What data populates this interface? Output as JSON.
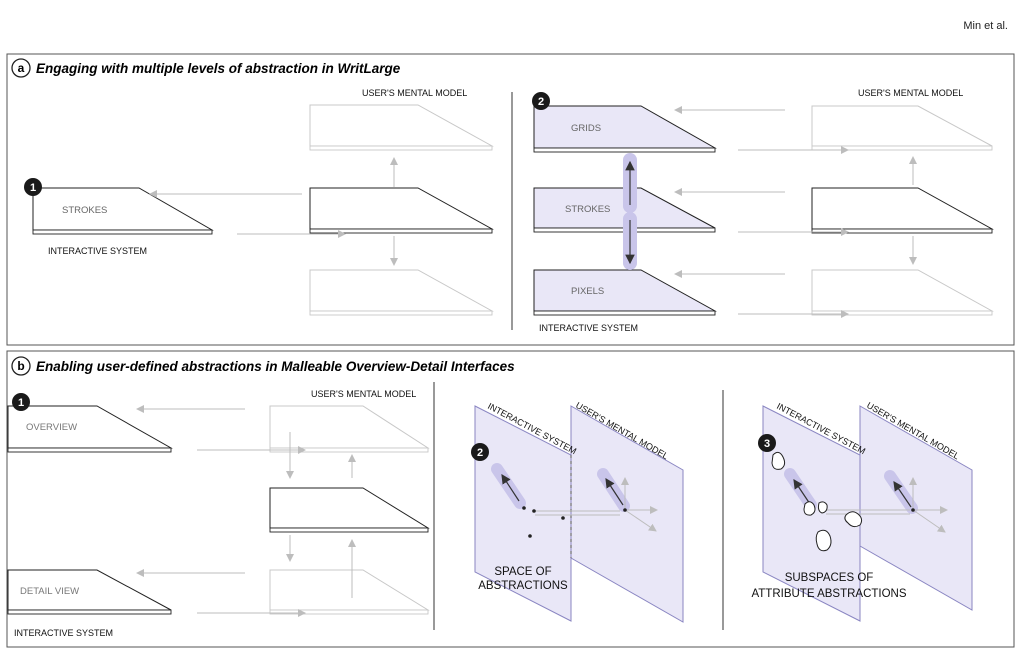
{
  "running_header": "Min et al.",
  "panel_a": {
    "letter": "a",
    "title": "Engaging with multiple levels of abstraction in WritLarge",
    "left": {
      "step": "1",
      "mental_model": "USER'S MENTAL MODEL",
      "plane_label": "STROKES",
      "system": "INTERACTIVE SYSTEM"
    },
    "right": {
      "step": "2",
      "mental_model": "USER'S MENTAL MODEL",
      "planes": [
        "GRIDS",
        "STROKES",
        "PIXELS"
      ],
      "system": "INTERACTIVE SYSTEM"
    }
  },
  "panel_b": {
    "letter": "b",
    "title": "Enabling user-defined abstractions in Malleable Overview-Detail Interfaces",
    "left": {
      "step": "1",
      "mental_model": "USER'S MENTAL MODEL",
      "top_plane": "OVERVIEW",
      "bottom_plane": "DETAIL VIEW",
      "system": "INTERACTIVE SYSTEM"
    },
    "middle": {
      "step": "2",
      "plane_left": "INTERACTIVE SYSTEM",
      "plane_right": "USER'S MENTAL MODEL",
      "caption_line1": "SPACE OF",
      "caption_line2": "ABSTRACTIONS"
    },
    "right": {
      "step": "3",
      "plane_left": "INTERACTIVE SYSTEM",
      "plane_right": "USER'S MENTAL MODEL",
      "caption_line1": "SUBSPACES OF",
      "caption_line2": "ATTRIBUTE ABSTRACTIONS"
    }
  },
  "colors": {
    "plane_fill": "#e9e7f7",
    "plane_edge": "#8a86c2",
    "highlight": "#c9c5ea",
    "dark": "#1a1a1a",
    "gray": "#bdbdbd"
  }
}
